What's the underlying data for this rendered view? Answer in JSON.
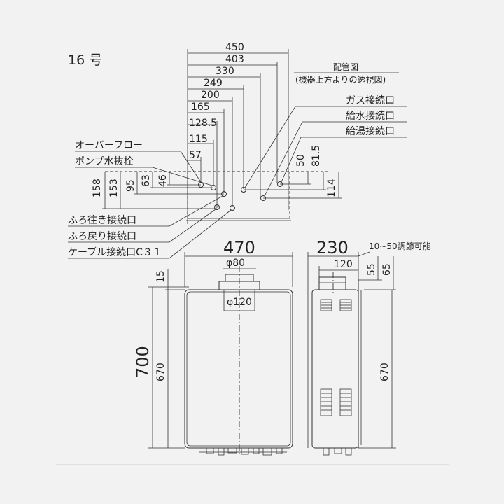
{
  "model": "16 号",
  "piping": {
    "title": "配管図",
    "subtitle": "(機器上方よりの透視図)",
    "top_dims": [
      "450",
      "403",
      "330",
      "249",
      "200",
      "165",
      "128.5",
      "115",
      "57"
    ],
    "left_dims": [
      "158",
      "153",
      "95",
      "63",
      "46"
    ],
    "right_dims": [
      "50",
      "81.5",
      "114"
    ],
    "labels_left": {
      "overflow": "オーバーフロー",
      "pump_drain": "ポンプ水抜栓",
      "bath_out": "ふろ往き接続口",
      "bath_return": "ふろ戻り接続口",
      "cable": "ケーブル接続口C３１"
    },
    "labels_right": {
      "gas": "ガス接続口",
      "water_in": "給水接続口",
      "hot_out": "給湯接続口"
    }
  },
  "front": {
    "width": "470",
    "height": "700",
    "top_offset": "15",
    "inner_height": "670",
    "duct_inner": "φ80",
    "duct_outer": "φ120"
  },
  "side": {
    "depth": "230",
    "adjust": "10~50調節可能",
    "duct_offset": "120",
    "d55": "55",
    "d65": "65",
    "inner_height": "670"
  }
}
